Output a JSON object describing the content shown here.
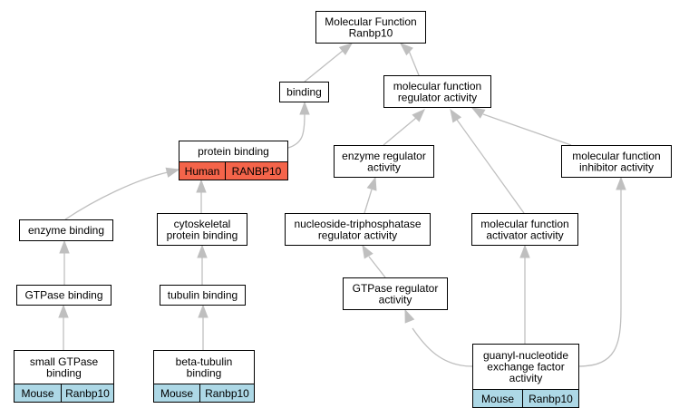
{
  "nodes": {
    "mf_root": [
      "Molecular Function",
      "Ranbp10"
    ],
    "binding": [
      "binding"
    ],
    "mf_regulator": [
      "molecular function",
      "regulator activity"
    ],
    "protein_binding": [
      "protein binding"
    ],
    "enzyme_regulator": [
      "enzyme regulator",
      "activity"
    ],
    "mf_inhibitor": [
      "molecular function",
      "inhibitor activity"
    ],
    "enzyme_binding": [
      "enzyme binding"
    ],
    "cytoskeletal": [
      "cytoskeletal",
      "protein binding"
    ],
    "ntpase_regulator": [
      "nucleoside-triphosphatase",
      "regulator activity"
    ],
    "mf_activator": [
      "molecular function",
      "activator activity"
    ],
    "gtpase_binding": [
      "GTPase binding"
    ],
    "tubulin_binding": [
      "tubulin binding"
    ],
    "gtpase_regulator": [
      "GTPase regulator",
      "activity"
    ],
    "small_gtpase": [
      "small GTPase",
      "binding"
    ],
    "beta_tubulin": [
      "beta-tubulin",
      "binding"
    ],
    "guanyl": [
      "guanyl-nucleotide",
      "exchange factor",
      "activity"
    ]
  },
  "annotations": {
    "protein_binding": {
      "species": "Human",
      "gene": "RANBP10",
      "color": "#f4644a"
    },
    "small_gtpase": {
      "species": "Mouse",
      "gene": "Ranbp10",
      "color": "#add8e6"
    },
    "beta_tubulin": {
      "species": "Mouse",
      "gene": "Ranbp10",
      "color": "#add8e6"
    },
    "guanyl": {
      "species": "Mouse",
      "gene": "Ranbp10",
      "color": "#add8e6"
    }
  },
  "edges": [
    [
      "binding",
      "mf_root"
    ],
    [
      "mf_regulator",
      "mf_root"
    ],
    [
      "protein_binding",
      "binding"
    ],
    [
      "enzyme_regulator",
      "mf_regulator"
    ],
    [
      "mf_activator",
      "mf_regulator"
    ],
    [
      "mf_inhibitor",
      "mf_regulator"
    ],
    [
      "enzyme_binding",
      "protein_binding"
    ],
    [
      "cytoskeletal",
      "protein_binding"
    ],
    [
      "ntpase_regulator",
      "enzyme_regulator"
    ],
    [
      "gtpase_binding",
      "enzyme_binding"
    ],
    [
      "tubulin_binding",
      "cytoskeletal"
    ],
    [
      "gtpase_regulator",
      "ntpase_regulator"
    ],
    [
      "small_gtpase",
      "gtpase_binding"
    ],
    [
      "beta_tubulin",
      "tubulin_binding"
    ],
    [
      "guanyl",
      "gtpase_regulator"
    ],
    [
      "guanyl",
      "mf_activator"
    ],
    [
      "guanyl",
      "mf_inhibitor"
    ]
  ]
}
